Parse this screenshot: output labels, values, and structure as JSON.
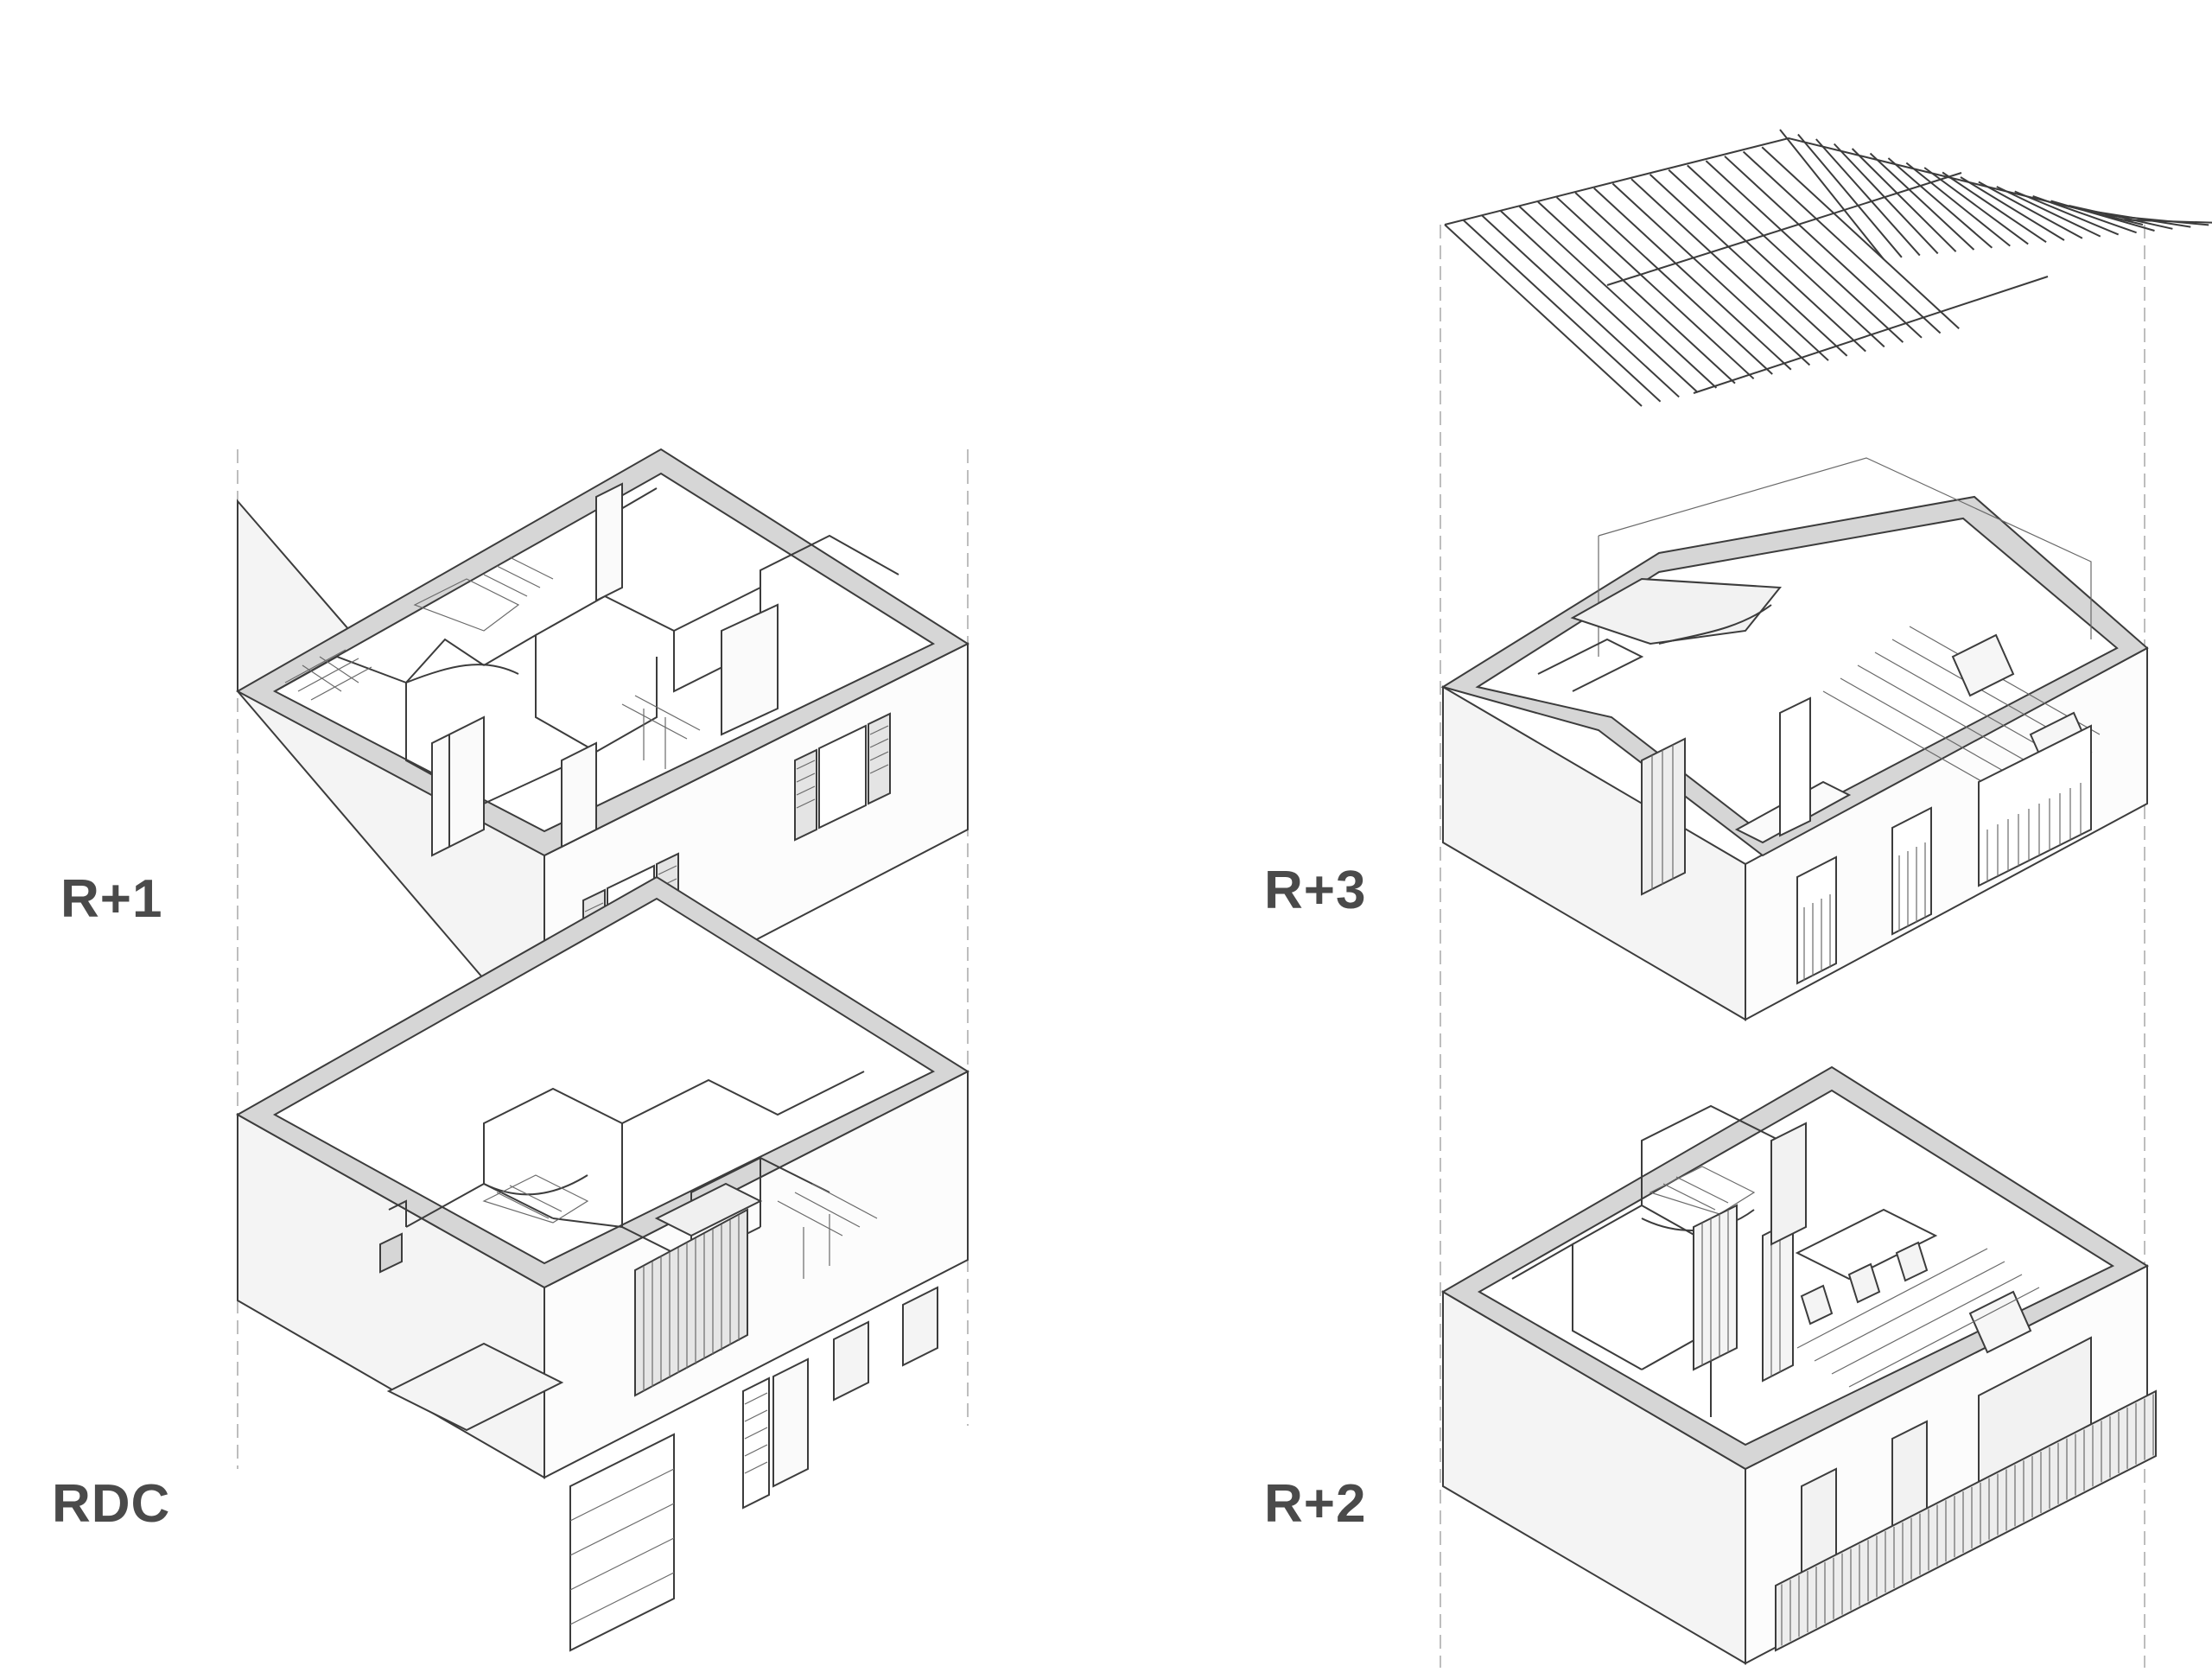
{
  "floors": {
    "r1": {
      "label": "R+1"
    },
    "rdc": {
      "label": "RDC"
    },
    "r3": {
      "label": "R+3"
    },
    "r2": {
      "label": "R+2"
    }
  },
  "colors": {
    "line": "#3c3c3c",
    "wall_top": "#d6d6d6",
    "wall_left": "#f2f2f2",
    "wall_right": "#fbfbfb",
    "guide": "#9a9a9a",
    "label": "#4a4a4a"
  }
}
